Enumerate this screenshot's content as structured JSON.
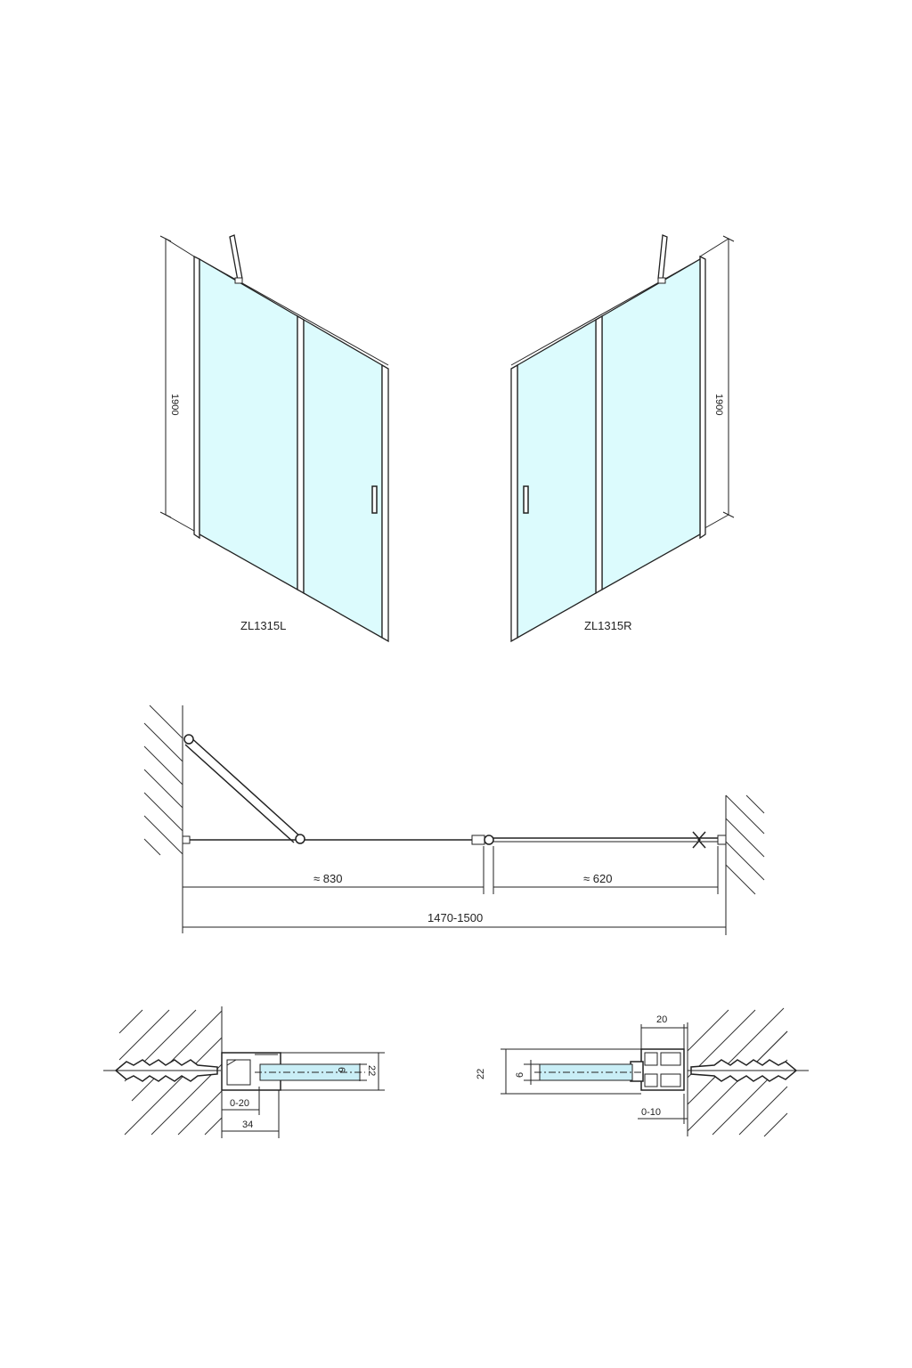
{
  "elevation": {
    "left_model": "ZL1315L",
    "right_model": "ZL1315R",
    "height_left": "1900",
    "height_right": "1900"
  },
  "plan": {
    "dim_fixed": "≈ 830",
    "dim_door": "≈ 620",
    "dim_total": "1470-1500"
  },
  "profile_left": {
    "glass_thickness": "6",
    "profile_depth": "22",
    "adjustment": "0-20",
    "profile_width": "34"
  },
  "profile_right": {
    "profile_width": "20",
    "profile_depth": "22",
    "glass_thickness": "6",
    "adjustment": "0-10"
  },
  "colors": {
    "glass": "#dcfbfd",
    "line": "#222222"
  }
}
